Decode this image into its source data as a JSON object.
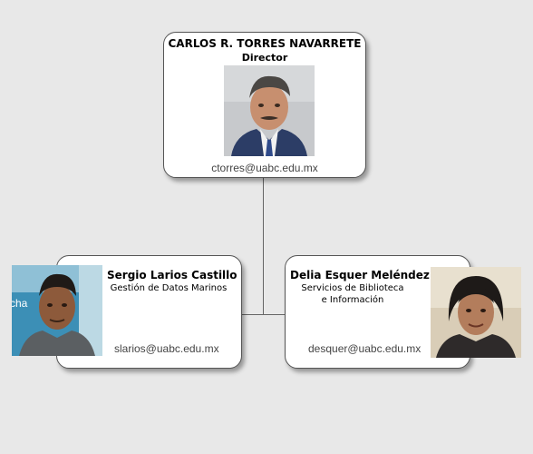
{
  "director": {
    "name": "CARLOS R. TORRES  NAVARRETE",
    "role": "Director",
    "email": "ctorres@uabc.edu.mx",
    "photo_icon": "person-photo"
  },
  "left": {
    "name": "Sergio Larios Castillo",
    "role": "Gestión de Datos Marinos",
    "email": "slarios@uabc.edu.mx",
    "photo_icon": "person-photo"
  },
  "right": {
    "name": "Delia Esquer Meléndez",
    "role_line1": "Servicios de Biblioteca",
    "role_line2": "e Información",
    "email": "desquer@uabc.edu.mx",
    "photo_icon": "person-photo"
  },
  "colors": {
    "background": "#e8e8e8",
    "card": "#ffffff",
    "connector": "#666666"
  }
}
